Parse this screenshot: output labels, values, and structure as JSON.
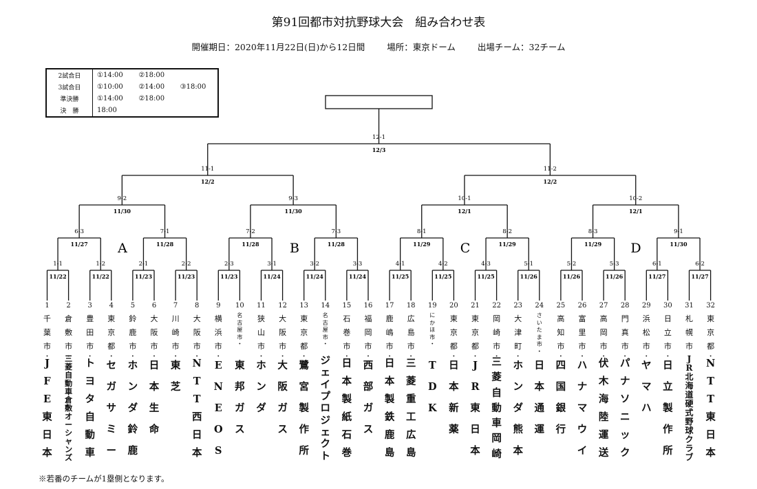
{
  "header": {
    "title": "第91回都市対抗野球大会　組み合わせ表",
    "period": "開催期日：2020年11月22日(日)から12日間",
    "venue": "場所：東京ドーム",
    "teams_count": "出場チーム：32チーム"
  },
  "schedule": {
    "rows": [
      {
        "label": "2試合日",
        "times": [
          "①14:00",
          "②18:00"
        ]
      },
      {
        "label": "3試合日",
        "times": [
          "①10:00",
          "②14:00",
          "③18:00"
        ]
      },
      {
        "label": "準決勝",
        "times": [
          "①14:00",
          "②18:00"
        ]
      },
      {
        "label": "決　勝",
        "times": [
          "18:00"
        ]
      }
    ]
  },
  "blocks": [
    "A",
    "B",
    "C",
    "D"
  ],
  "teams": [
    {
      "n": "1",
      "city": "千葉市",
      "name": "JFE東日本"
    },
    {
      "n": "2",
      "city": "倉敷市",
      "name": "三菱自動車倉敷オーシャンズ"
    },
    {
      "n": "3",
      "city": "豊田市",
      "name": "トヨタ自動車"
    },
    {
      "n": "4",
      "city": "東京都",
      "name": "セガサミー"
    },
    {
      "n": "5",
      "city": "鈴鹿市",
      "name": "ホンダ鈴鹿"
    },
    {
      "n": "6",
      "city": "大阪市",
      "name": "日本生命"
    },
    {
      "n": "7",
      "city": "川崎市",
      "name": "東芝"
    },
    {
      "n": "8",
      "city": "大阪市",
      "name": "NTT西日本"
    },
    {
      "n": "9",
      "city": "横浜市",
      "name": "ENEOS"
    },
    {
      "n": "10",
      "city": "名古屋市",
      "name": "東邦ガス"
    },
    {
      "n": "11",
      "city": "狭山市",
      "name": "ホンダ"
    },
    {
      "n": "12",
      "city": "大阪市",
      "name": "大阪ガス"
    },
    {
      "n": "13",
      "city": "東京都",
      "name": "鷺宮製作所"
    },
    {
      "n": "14",
      "city": "名古屋市",
      "name": "ジェイプロジェクト"
    },
    {
      "n": "15",
      "city": "石巻市",
      "name": "日本製紙石巻"
    },
    {
      "n": "16",
      "city": "福岡市",
      "name": "西部ガス"
    },
    {
      "n": "17",
      "city": "鹿嶋市",
      "name": "日本製鉄鹿島"
    },
    {
      "n": "18",
      "city": "広島市",
      "name": "三菱重工広島"
    },
    {
      "n": "19",
      "city": "にかほ市",
      "name": "TDK"
    },
    {
      "n": "20",
      "city": "東京都",
      "name": "日本新薬"
    },
    {
      "n": "21",
      "city": "東京都",
      "name": "JR東日本"
    },
    {
      "n": "22",
      "city": "岡崎市",
      "name": "三菱自動車岡崎"
    },
    {
      "n": "23",
      "city": "大津町",
      "name": "ホンダ熊本"
    },
    {
      "n": "24",
      "city": "さいたま市",
      "name": "日本通運"
    },
    {
      "n": "25",
      "city": "高知市",
      "name": "四国銀行"
    },
    {
      "n": "26",
      "city": "富里市",
      "name": "ハナマウイ"
    },
    {
      "n": "27",
      "city": "高岡市",
      "name": "伏木海陸運送"
    },
    {
      "n": "28",
      "city": "門真市",
      "name": "パナソニック"
    },
    {
      "n": "29",
      "city": "浜松市",
      "name": "ヤマハ"
    },
    {
      "n": "30",
      "city": "日立市",
      "name": "日立製作所"
    },
    {
      "n": "31",
      "city": "札幌市",
      "name": "JR北海道硬式野球クラブ"
    },
    {
      "n": "32",
      "city": "東京都",
      "name": "NTT東日本"
    }
  ],
  "round1": [
    {
      "id": "1-1",
      "date": "11/22"
    },
    {
      "id": "1-2",
      "date": "11/22"
    },
    {
      "id": "2-1",
      "date": "11/23"
    },
    {
      "id": "2-2",
      "date": "11/23"
    },
    {
      "id": "2-3",
      "date": "11/23"
    },
    {
      "id": "3-1",
      "date": "11/24"
    },
    {
      "id": "3-2",
      "date": "11/24"
    },
    {
      "id": "3-3",
      "date": "11/24"
    },
    {
      "id": "4-1",
      "date": "11/25"
    },
    {
      "id": "4-2",
      "date": "11/25"
    },
    {
      "id": "4-3",
      "date": "11/25"
    },
    {
      "id": "5-1",
      "date": "11/26"
    },
    {
      "id": "5-2",
      "date": "11/26"
    },
    {
      "id": "5-3",
      "date": "11/26"
    },
    {
      "id": "6-1",
      "date": "11/27"
    },
    {
      "id": "6-2",
      "date": "11/27"
    }
  ],
  "round2": [
    {
      "id": "6-3",
      "date": "11/27"
    },
    {
      "id": "7-1",
      "date": "11/28"
    },
    {
      "id": "7-2",
      "date": "11/28"
    },
    {
      "id": "7-3",
      "date": "11/28"
    },
    {
      "id": "8-1",
      "date": "11/29"
    },
    {
      "id": "8-2",
      "date": "11/29"
    },
    {
      "id": "8-3",
      "date": "11/29"
    },
    {
      "id": "9-1",
      "date": "11/30"
    }
  ],
  "quarterfinals": [
    {
      "id": "9-2",
      "date": "11/30"
    },
    {
      "id": "9-3",
      "date": "11/30"
    },
    {
      "id": "10-1",
      "date": "12/1"
    },
    {
      "id": "10-2",
      "date": "12/1"
    }
  ],
  "semifinals": [
    {
      "id": "11-1",
      "date": "12/2"
    },
    {
      "id": "11-2",
      "date": "12/2"
    }
  ],
  "final": {
    "id": "12-1",
    "date": "12/3"
  },
  "champion": "",
  "footer": "※若番のチームが1塁側となります。"
}
